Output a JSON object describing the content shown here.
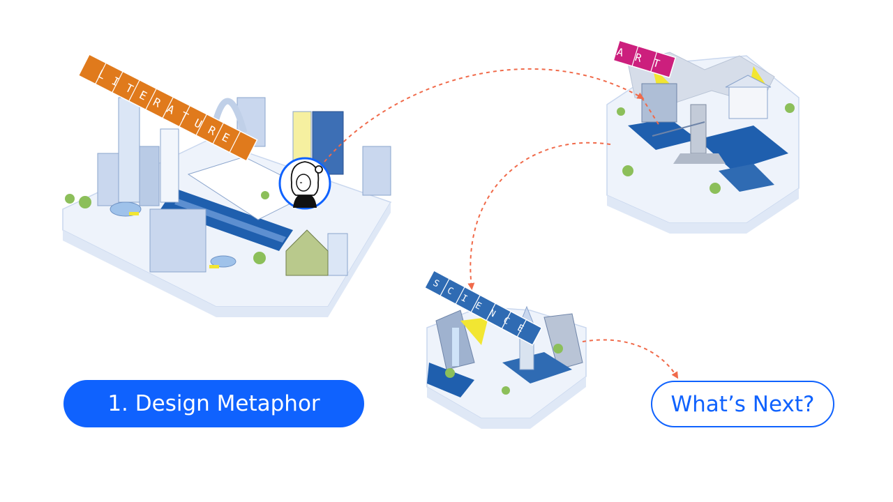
{
  "labels": {
    "literature": "LITERATURE",
    "art": "ART",
    "science": "SCIENCE"
  },
  "buttons": {
    "primary": "1. Design Metaphor",
    "next": "What’s Next?"
  },
  "colors": {
    "literature_block": "#e07a1c",
    "art_block": "#cc1f7d",
    "science_block": "#2f6bb3",
    "arrow": "#f06a4a",
    "brand_blue": "#0f62fe",
    "tile_blue": "#1f5fae",
    "tile_light": "#eef3fb",
    "accent_yellow": "#f2e632"
  },
  "icons": {
    "avatar": "woman-avatar-icon"
  }
}
